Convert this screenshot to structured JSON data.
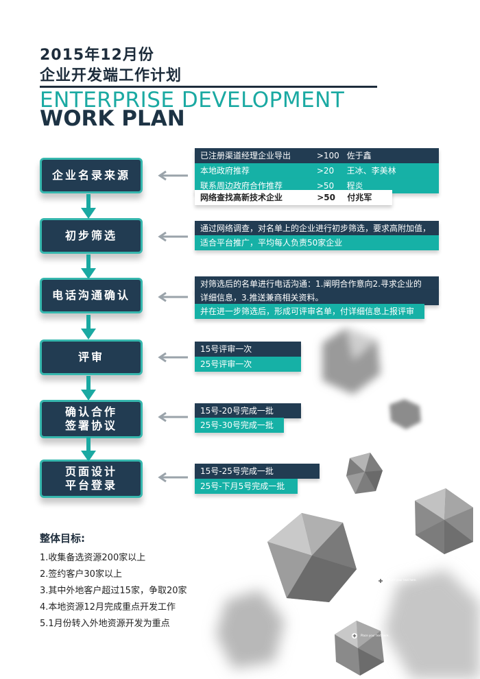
{
  "header": {
    "title_line1": "2015年12月份",
    "title_line2": "企业开发端工作计划",
    "en_line1": "ENTERPRISE DEVELOPMENT",
    "en_line2": "WORK PLAN"
  },
  "steps": [
    {
      "label": "企业名录来源"
    },
    {
      "label": "初步筛选"
    },
    {
      "label": "电话沟通确认"
    },
    {
      "label": "评审"
    },
    {
      "label": "确认合作\n签署协议"
    },
    {
      "label": "页面设计\n平台登录"
    }
  ],
  "details": {
    "sources": [
      {
        "desc": "已注册渠道经理企业导出",
        "count": ">100",
        "owner": "佐于鑫"
      },
      {
        "desc": "本地政府推荐",
        "count": ">20",
        "owner": "王冰、李美林"
      },
      {
        "desc": "联系周边政府合作推荐",
        "count": ">50",
        "owner": "程炎"
      },
      {
        "desc": "网络查找高新技术企业",
        "count": ">50",
        "owner": "付兆军"
      }
    ],
    "screening": [
      "通过网络调查，对名单上的企业进行初步筛选，要求高附加值，",
      "适合平台推广，平均每人负责50家企业"
    ],
    "phone": [
      "对筛选后的名单进行电话沟通：1.阐明合作意向2.寻求企业的",
      "详细信息，3.推送兼商相关资料。",
      "并在进一步筛选后，形成可评审名单，付详细信息上报评审"
    ],
    "review": [
      "15号评审一次",
      "25号评审一次"
    ],
    "sign": [
      "15号-20号完成一批",
      "25号-30号完成一批"
    ],
    "design": [
      "15号-25号完成一批",
      "25号-下月5号完成一批"
    ]
  },
  "goals": {
    "title": "整体目标:",
    "items": [
      "1.收集备选资源200家以上",
      "2.签约客户30家以上",
      "3.其中外地客户超过15家，争取20家",
      "4.本地资源12月完成重点开发工作",
      "5.1月份转入外地资源开发为重点"
    ]
  },
  "decor_text": {
    "caption_a": "Place your text here.",
    "caption_b": "Place your text here."
  },
  "colors": {
    "navy": "#223c52",
    "teal": "#16b1a6",
    "accent_border": "#36b7ae",
    "title": "#1d2c3b"
  }
}
